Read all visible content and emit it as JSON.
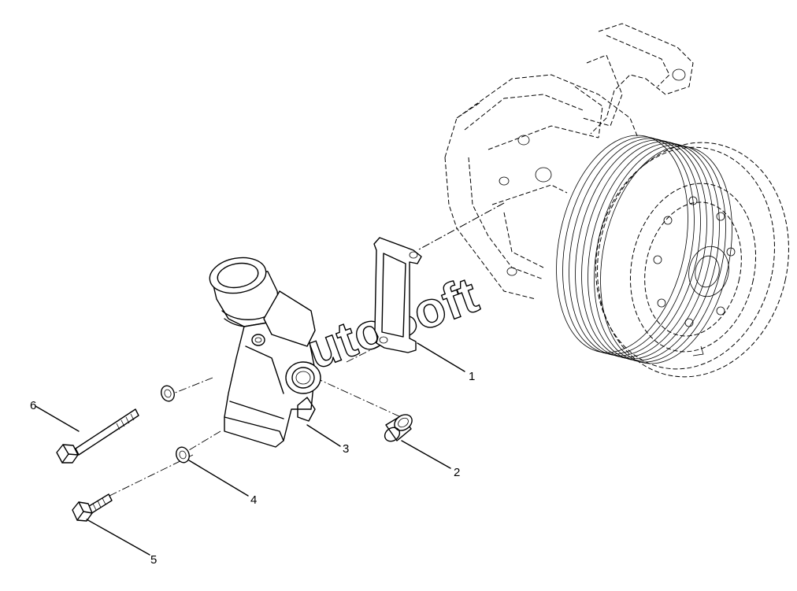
{
  "watermark": "AutoSoft",
  "callouts": [
    {
      "id": "1",
      "text": "1"
    },
    {
      "id": "2",
      "text": "2"
    },
    {
      "id": "3",
      "text": "3"
    },
    {
      "id": "4",
      "text": "4"
    },
    {
      "id": "5",
      "text": "5"
    },
    {
      "id": "6",
      "text": "6"
    }
  ]
}
